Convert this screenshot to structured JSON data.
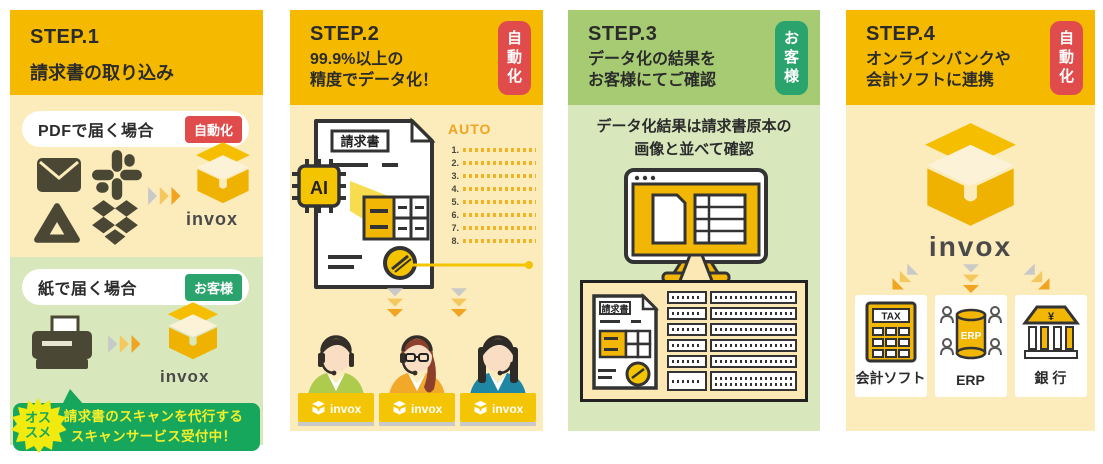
{
  "brand": "invox",
  "colors": {
    "header_gold": "#F5BA00",
    "body_yellow": "#FCEBBB",
    "header_green": "#A6CB72",
    "body_green": "#D9E8BC",
    "badge_red": "#E04C4C",
    "badge_green": "#2AA36C",
    "bubble_green": "#17A75C",
    "bubble_text": "#F1EE2B",
    "icon_olive": "#4B4735",
    "invox_gold": "#F2B705",
    "accent_orange": "#F0A41F"
  },
  "panel1": {
    "step": "STEP.1",
    "title": "請求書の取り込み",
    "pdf_pill": "PDFで届く場合",
    "pdf_badge": "自動化",
    "paper_pill": "紙で届く場合",
    "paper_badge": "お客様",
    "recommend1": "オス",
    "recommend2": "スメ",
    "bubble1": "請求書のスキャンを代行する",
    "bubble2": "スキャンサービス受付中！"
  },
  "panel2": {
    "step": "STEP.2",
    "title1": "99.9%以上の",
    "title2": "精度でデータ化！",
    "badge": "自動化",
    "doc_title": "請求書",
    "ai": "AI",
    "auto": "AUTO",
    "rows": [
      "1.",
      "2.",
      "3.",
      "4.",
      "5.",
      "6.",
      "7.",
      "8."
    ]
  },
  "panel3": {
    "step": "STEP.3",
    "title1": "データ化の結果を",
    "title2": "お客様にてご確認",
    "badge": "お客様",
    "caption1": "データ化結果は請求書原本の",
    "caption2": "画像と並べて確認",
    "doc_title": "請求書"
  },
  "panel4": {
    "step": "STEP.4",
    "title1": "オンラインバンクや",
    "title2": "会計ソフトに連携",
    "badge": "自動化",
    "tax": "TAX",
    "erp": "ERP",
    "yen": "¥",
    "card1": "会計ソフト",
    "card2": "ERP",
    "card3": "銀 行"
  }
}
